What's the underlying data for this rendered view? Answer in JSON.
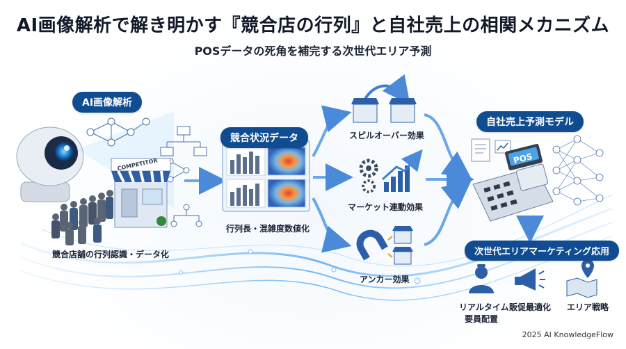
{
  "header": {
    "title": "AI画像解析で解き明かす『競合店の行列』と自社売上の相関メカニズム",
    "subtitle": "POSデータの死角を補完する次世代エリア予測"
  },
  "stage1": {
    "badge": "AI画像解析",
    "store_sign": "COMPETITOR",
    "caption": "競合店舗の行列認識・データ化"
  },
  "stage2": {
    "badge": "競合状況データ",
    "caption": "行列長・混雑度数値化"
  },
  "effects": [
    {
      "label": "スピルオーバー効果"
    },
    {
      "label": "マーケット連動効果"
    },
    {
      "label": "アンカー効果"
    }
  ],
  "stage3": {
    "badge": "自社売上予測モデル",
    "terminal_text": "POS"
  },
  "stage4": {
    "badge": "次世代エリアマーケティング応用",
    "apps": [
      {
        "label_line1": "リアルタイム",
        "label_line2": "要員配置",
        "icon": "staff-person-icon"
      },
      {
        "label_line1": "販促最適化",
        "label_line2": "",
        "icon": "megaphone-icon"
      },
      {
        "label_line1": "エリア戦略",
        "label_line2": "",
        "icon": "map-pin-icon"
      }
    ]
  },
  "footer": {
    "credit": "2025 AI KnowledgeFlow"
  },
  "colors": {
    "navy": "#0f4c92",
    "accent": "#2f7fd1",
    "flow": "#3b8fe0"
  }
}
